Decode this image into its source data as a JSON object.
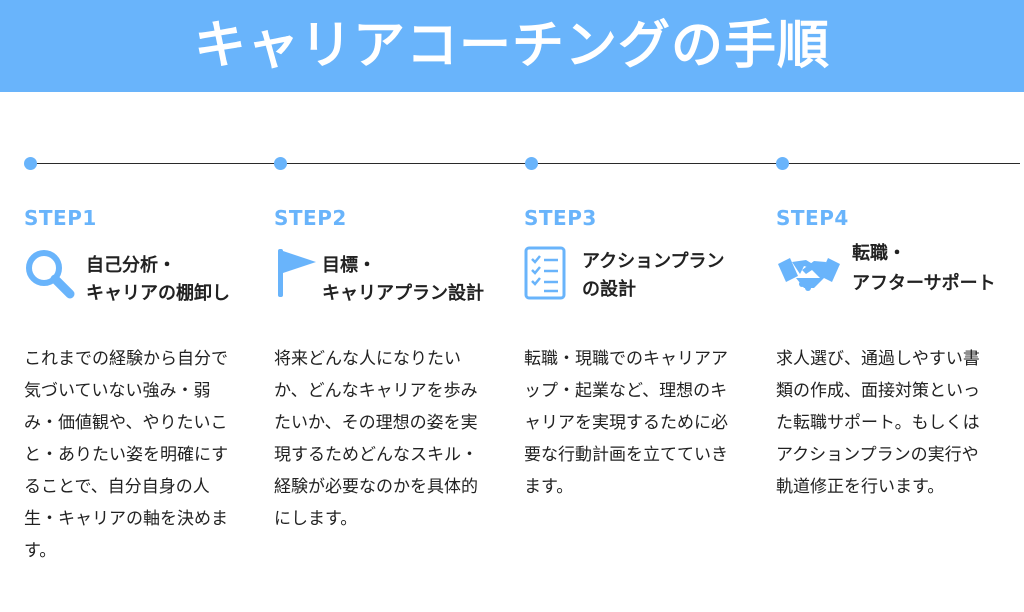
{
  "header": {
    "title": "キャリアコーチングの手順",
    "color": "#69b4fb"
  },
  "steps": [
    {
      "label": "STEP1",
      "icon": "magnifier-icon",
      "title_lines": [
        "自己分析・",
        "キャリアの棚卸し"
      ],
      "description": "これまでの経験から自分で気づいていない強み・弱み・価値観や、やりたいこと・ありたい姿を明確にすることで、自分自身の人生・キャリアの軸を決めます。"
    },
    {
      "label": "STEP2",
      "icon": "flag-icon",
      "title_lines": [
        "目標・",
        "キャリアプラン設計"
      ],
      "description": "将来どんな人になりたいか、どんなキャリアを歩みたいか、その理想の姿を実現するためどんなスキル・経験が必要なのかを具体的にします。"
    },
    {
      "label": "STEP3",
      "icon": "checklist-icon",
      "title_lines": [
        "アクションプラン",
        "の設計"
      ],
      "description": "転職・現職でのキャリアアップ・起業など、理想のキャリアを実現するために必要な行動計画を立てていきます。"
    },
    {
      "label": "STEP4",
      "icon": "handshake-icon",
      "title_lines": [
        "転職・",
        "アフターサポート"
      ],
      "description": "求人選び、通過しやすい書類の作成、面接対策といった転職サポート。もしくはアクションプランの実行や軌道修正を行います。"
    }
  ]
}
